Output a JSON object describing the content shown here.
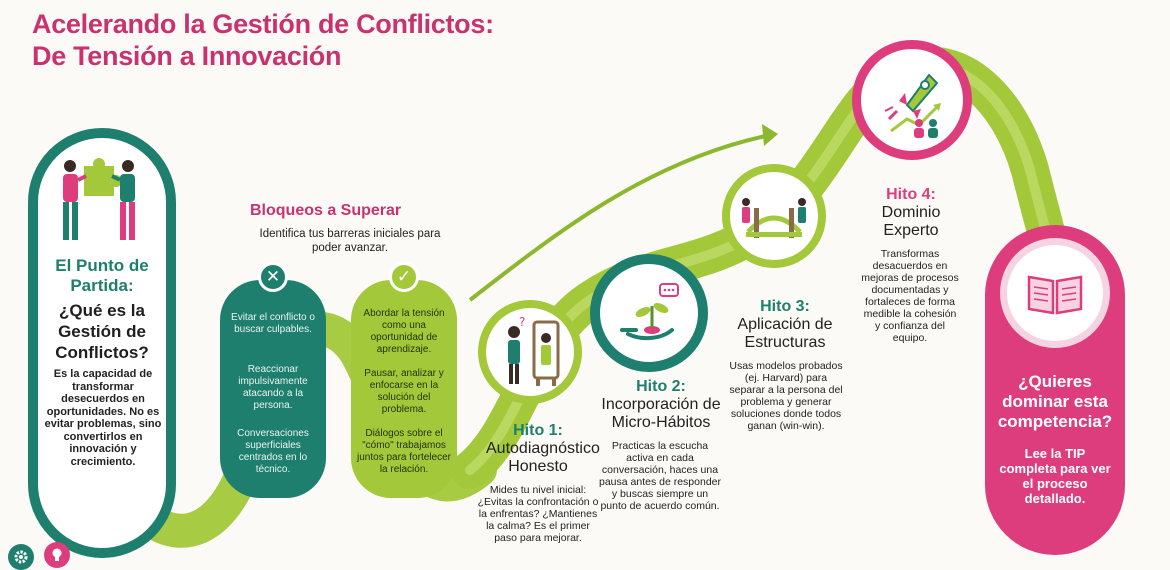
{
  "title": {
    "line1": "Acelerando la Gestión de Conflictos:",
    "line2": "De Tensión a Innovación"
  },
  "start": {
    "title": "El Punto de Partida:",
    "subtitle": "¿Qué es la Gestión de Conflictos?",
    "description": "Es la capacidad de transformar desecuerdos en oportunidades. No es evitar problemas, sino convertirlos en innovación y crecimiento."
  },
  "blockers": {
    "title": "Bloqueos a Superar",
    "description": "Identifica tus barreras iniciales para poder avanzar.",
    "bad": [
      "Evitar el conflicto o buscar culpables.",
      "Reaccionar impulsivamente atacando a la persona.",
      "Conversaciones superficiales centrados en lo técnico."
    ],
    "good": [
      "Abordar la tensión como una oportunidad de aprendizaje.",
      "Pausar, analizar y enfocarse en la solución del problema.",
      "Diálogos sobre el \"cómo\" trabajamos juntos para fortelecer la relación."
    ]
  },
  "milestones": [
    {
      "num": "Hito 1:",
      "name": "Autodiagnóstico Honesto",
      "description": "Mides tu nivel inicial: ¿Evitas la confrontación o la enfrentas? ¿Mantienes la calma? Es el primer paso para mejorar."
    },
    {
      "num": "Hito 2:",
      "name": "Incorporación de Micro-Hábitos",
      "description": "Practicas la escucha activa en cada conversación, haces una pausa antes de responder y buscas siempre un punto de acuerdo común."
    },
    {
      "num": "Hito 3:",
      "name": "Aplicación de Estructuras",
      "description": "Usas modelos probados (ej. Harvard) para separar a la persona del problema y generar soluciones donde todos ganan (win-win)."
    },
    {
      "num": "Hito 4:",
      "name": "Dominio Experto",
      "description": "Transformas desacuerdos en mejoras de procesos documentadas y fortaleces de forma medible la cohesión y confianza del equipo."
    }
  ],
  "cta": {
    "title": "¿Quieres dominar esta competencia?",
    "description": "Lee la TIP completa para ver el proceso detallado."
  },
  "colors": {
    "teal": "#1e7f6e",
    "lime": "#a3c83a",
    "pink": "#de3d7d",
    "title_pink": "#c8336f"
  },
  "icons": [
    "puzzle-people-icon",
    "x-icon",
    "check-icon",
    "mirror-reflection-icon",
    "plant-hand-icon",
    "bridge-people-icon",
    "rocket-growth-icon",
    "open-book-icon",
    "gear-icon",
    "lightbulb-icon"
  ]
}
